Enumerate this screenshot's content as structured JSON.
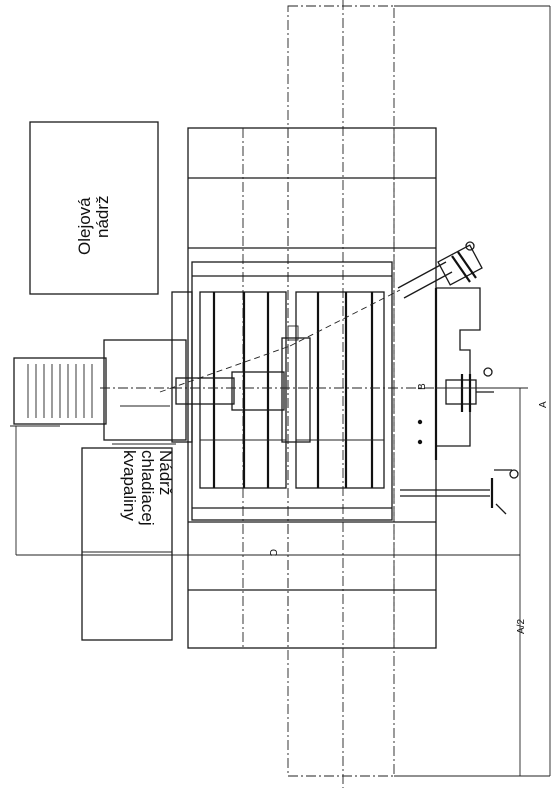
{
  "labels": {
    "oil_tank_line1": "Olejová",
    "oil_tank_line2": "nádrž",
    "coolant_tank_line1": "Nádrž",
    "coolant_tank_line2": "chladiacej",
    "coolant_tank_line3": "kvapaliny"
  },
  "dimensions": {
    "a": "A",
    "a_half": "A/2",
    "b": "B",
    "c": "C"
  }
}
